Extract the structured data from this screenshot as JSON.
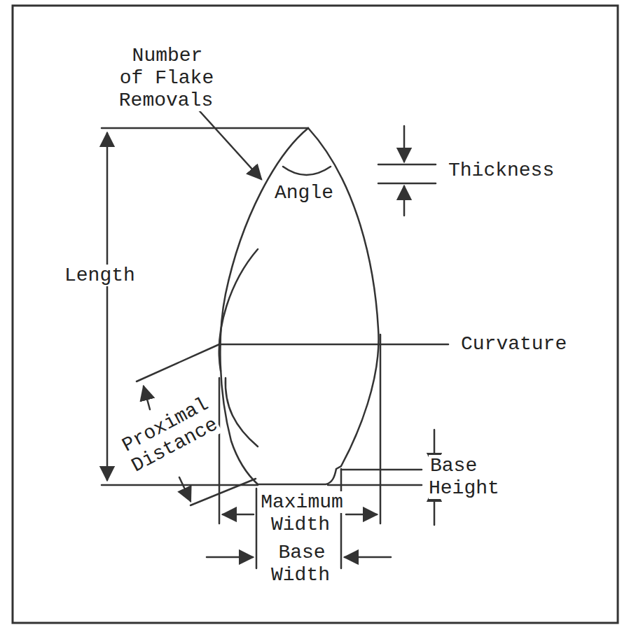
{
  "diagram": {
    "labels": [
      "Number of Flake Removals",
      "Thickness",
      "Angle",
      "Length",
      "Curvature",
      "Proximal Distance",
      "Base Height",
      "Maximum Width",
      "Base Width"
    ]
  }
}
